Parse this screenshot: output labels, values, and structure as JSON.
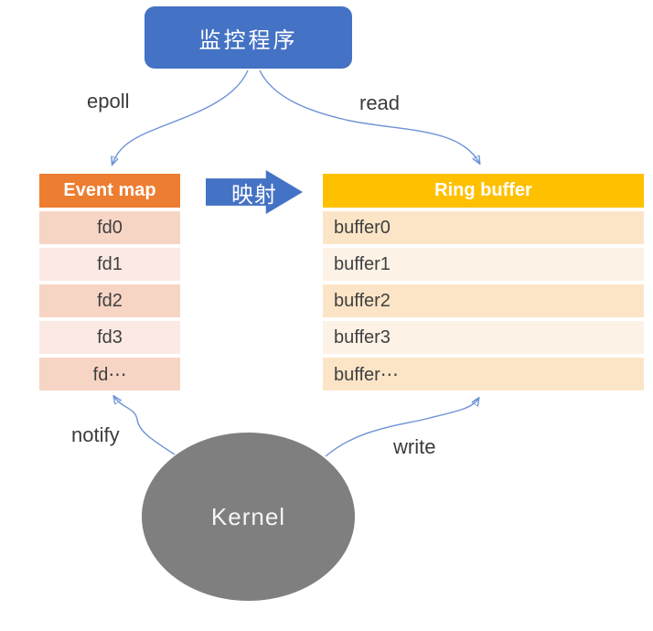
{
  "diagram": {
    "monitor_box": {
      "label": "监控程序"
    },
    "flow_labels": {
      "epoll": "epoll",
      "read": "read",
      "notify": "notify",
      "write": "write"
    },
    "mapping_arrow": {
      "label": "映射"
    },
    "event_map": {
      "title": "Event map",
      "rows": [
        "fd0",
        "fd1",
        "fd2",
        "fd3",
        "fd⋯"
      ]
    },
    "ring_buffer": {
      "title": "Ring buffer",
      "rows": [
        "buffer0",
        "buffer1",
        "buffer2",
        "buffer3",
        "buffer⋯"
      ]
    },
    "kernel": {
      "label": "Kernel"
    },
    "colors": {
      "primary_blue": "#4472C4",
      "connector_blue": "#6C92D6",
      "event_map_header": "#ED7D31",
      "event_map_row_dark": "#F7D5C5",
      "event_map_row_light": "#FBEAE3",
      "ring_buffer_header": "#FFC000",
      "ring_buffer_row_dark": "#FCE5C7",
      "ring_buffer_row_light": "#FDF2E6",
      "kernel_gray": "#7F7F7F"
    }
  }
}
